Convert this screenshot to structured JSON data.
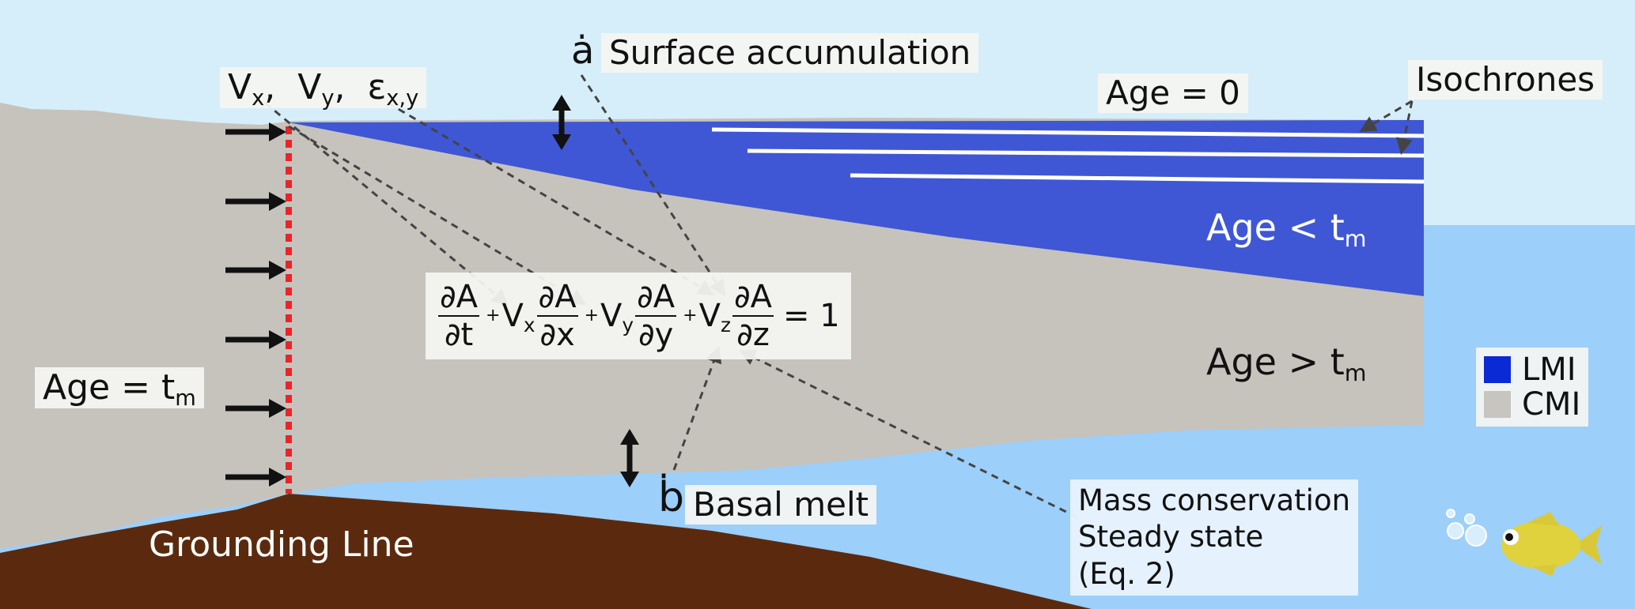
{
  "labels": {
    "surface_accumulation_symbol": "ȧ",
    "surface_accumulation": "Surface accumulation",
    "velocity_vx_main": "V",
    "velocity_vx_sub": "x",
    "velocity_vy_main": "V",
    "velocity_vy_sub": "y",
    "strain_main": "ε",
    "strain_sub": "x,y",
    "age_zero": "Age = 0",
    "isochrones": "Isochrones",
    "age_less_tm_prefix": "Age < t",
    "age_greater_tm_prefix": "Age > t",
    "age_equals_tm_prefix": "Age = t",
    "tm_sub": "m",
    "basal_melt_symbol": "ḃ",
    "basal_melt": "Basal melt",
    "grounding_line": "Grounding Line",
    "mass_conservation_line1": "Mass conservation",
    "mass_conservation_line2": "Steady state",
    "mass_conservation_line3": "(Eq. 2)"
  },
  "equation": {
    "partial_A": "∂A",
    "dt": "∂t",
    "dx": "∂x",
    "dy": "∂y",
    "dz": "∂z",
    "plus": "+",
    "v": "V",
    "sub_x": "x",
    "sub_y": "y",
    "sub_z": "z",
    "rhs": "= 1"
  },
  "legend": [
    {
      "label": "LMI",
      "color": "#0a2ad6"
    },
    {
      "label": "CMI",
      "color": "#c8c5c0"
    }
  ],
  "colors": {
    "sky": "#d6eef9",
    "ocean": "#9ccffa",
    "bedrock": "#5b2a0e",
    "ice_grey": "#c6c3bd",
    "lmi_blue": "#3f57d4",
    "grounding_line_marker": "#e8252a",
    "arrow": "#111111",
    "isochrone": "#ffffff",
    "fish": "#e0d23c"
  },
  "icons": [
    "flow-arrow-icon",
    "double-arrow-icon",
    "fish-icon",
    "bubble-icon"
  ]
}
